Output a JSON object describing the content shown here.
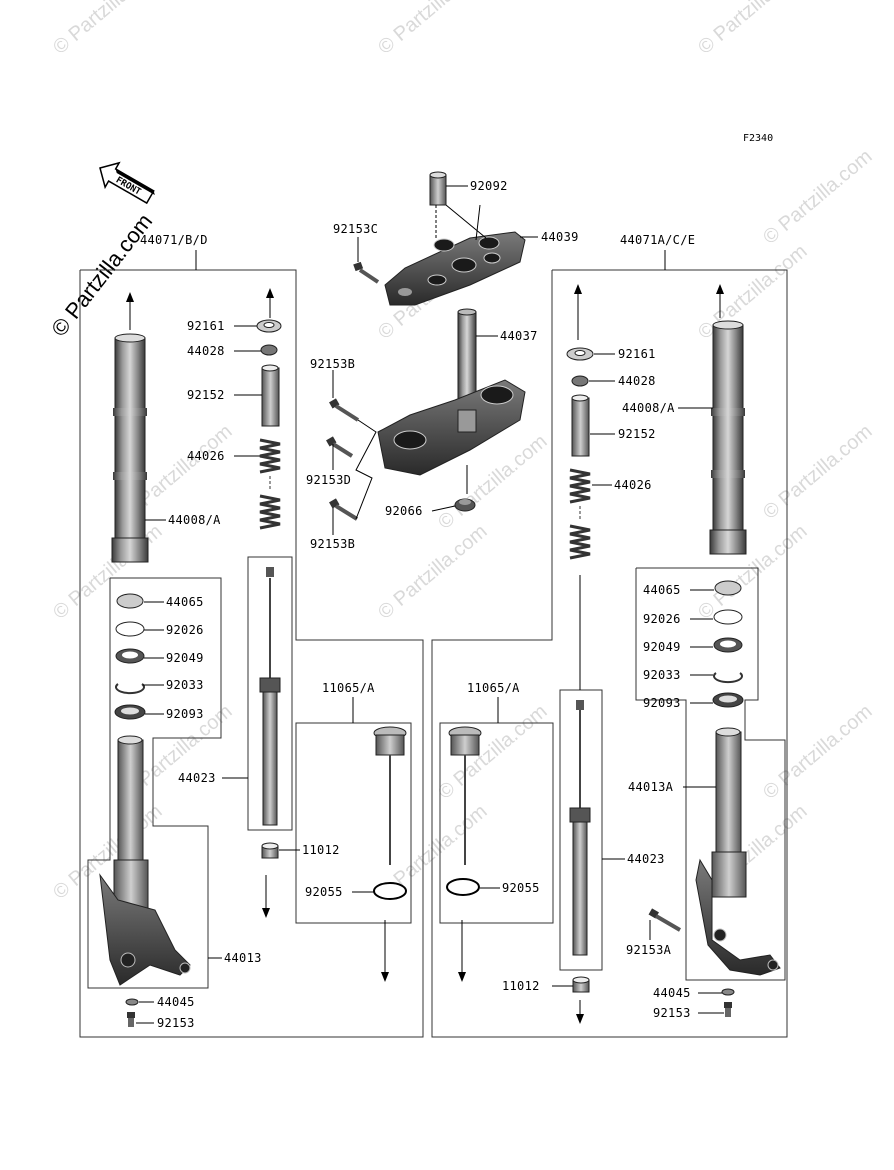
{
  "figure_code": "F2340",
  "front_indicator": "FRONT",
  "brand_watermark": "© Partzilla.com",
  "watermark_text": "© Partzilla.com",
  "callouts": {
    "left_assembly": "44071/B/D",
    "right_assembly": "44071A/C/E",
    "top_sleeve": "92092",
    "upper_bracket": "44039",
    "upper_bolt": "92153C",
    "stem": "44037",
    "stem_bolt_b_top": "92153B",
    "stem_bolt_d": "92153D",
    "stem_bolt_b_bottom": "92153B",
    "stem_nut": "92066",
    "l_seal_cap": "92161",
    "l_cap_nut": "44028",
    "l_spacer": "92152",
    "l_spring": "44026",
    "l_outer_tube": "44008/A",
    "l_guide": "44065",
    "l_washer": "92026",
    "l_oil_seal": "92049",
    "l_circlip": "92033",
    "l_dust_seal": "92093",
    "l_cylinder": "44023",
    "l_bottom_case": "44013",
    "l_gasket": "44045",
    "l_bottom_bolt": "92153",
    "l_collar": "11012",
    "l_valve": "11065/A",
    "l_oring": "92055",
    "r_seal_cap": "92161",
    "r_cap_nut": "44028",
    "r_outer_tube": "44008/A",
    "r_spacer": "92152",
    "r_spring": "44026",
    "r_guide": "44065",
    "r_washer": "92026",
    "r_oil_seal": "92049",
    "r_circlip": "92033",
    "r_dust_seal": "92093",
    "r_bottom_case": "44013A",
    "r_cylinder": "44023",
    "r_valve": "11065/A",
    "r_oring": "92055",
    "r_caliper_bolt": "92153A",
    "r_collar": "11012",
    "r_gasket": "44045",
    "r_bottom_bolt": "92153"
  }
}
